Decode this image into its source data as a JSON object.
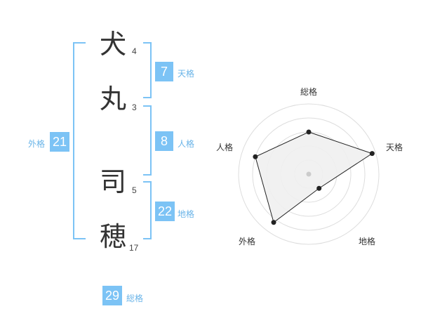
{
  "name_chars": [
    {
      "char": "犬",
      "strokes": "4"
    },
    {
      "char": "丸",
      "strokes": "3"
    },
    {
      "char": "司",
      "strokes": "5"
    },
    {
      "char": "穂",
      "strokes": "17"
    }
  ],
  "scores": {
    "tenkaku": {
      "value": "7",
      "label": "天格"
    },
    "jinkaku": {
      "value": "8",
      "label": "人格"
    },
    "chikaku": {
      "value": "22",
      "label": "地格"
    },
    "gaikaku": {
      "value": "21",
      "label": "外格"
    },
    "soukaku": {
      "value": "29",
      "label": "総格"
    }
  },
  "radar": {
    "axes": [
      "総格",
      "天格",
      "地格",
      "外格",
      "人格"
    ],
    "values": [
      0.6,
      0.95,
      0.25,
      0.85,
      0.8
    ],
    "colors": {
      "ring": "#dddddd",
      "fill": "#efefef",
      "line": "#222222",
      "center": "#cccccc"
    }
  }
}
